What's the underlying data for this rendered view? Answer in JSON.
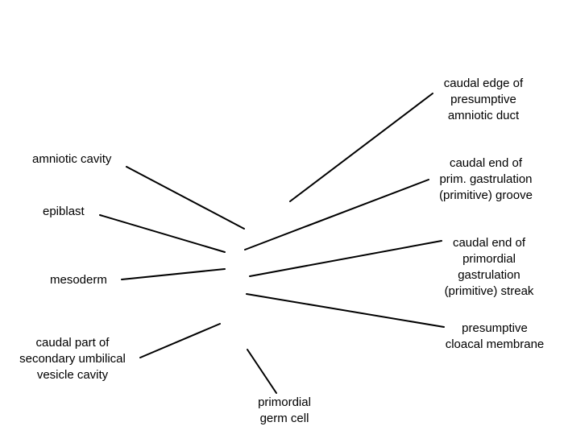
{
  "labels": {
    "caudal_edge_amniotic_duct": [
      "caudal edge of",
      "presumptive",
      "amniotic duct"
    ],
    "caudal_end_groove": [
      "caudal end of",
      "prim. gastrulation",
      "(primitive) groove"
    ],
    "caudal_end_streak": [
      "caudal end of",
      "primordial",
      "gastrulation",
      "(primitive) streak"
    ],
    "presumptive_cloacal_membrane": [
      "presumptive",
      "cloacal membrane"
    ],
    "primordial_germ_cell": [
      "primordial",
      "germ cell"
    ],
    "caudal_part_umbilical_vesicle": [
      "caudal part of",
      "secondary umbilical",
      "vesicle cavity"
    ],
    "mesoderm": [
      "mesoderm"
    ],
    "epiblast": [
      "epiblast"
    ],
    "amniotic_cavity": [
      "amniotic cavity"
    ]
  },
  "colors": {
    "background": "#ffffff",
    "line": "#000000",
    "text": "#000000"
  }
}
